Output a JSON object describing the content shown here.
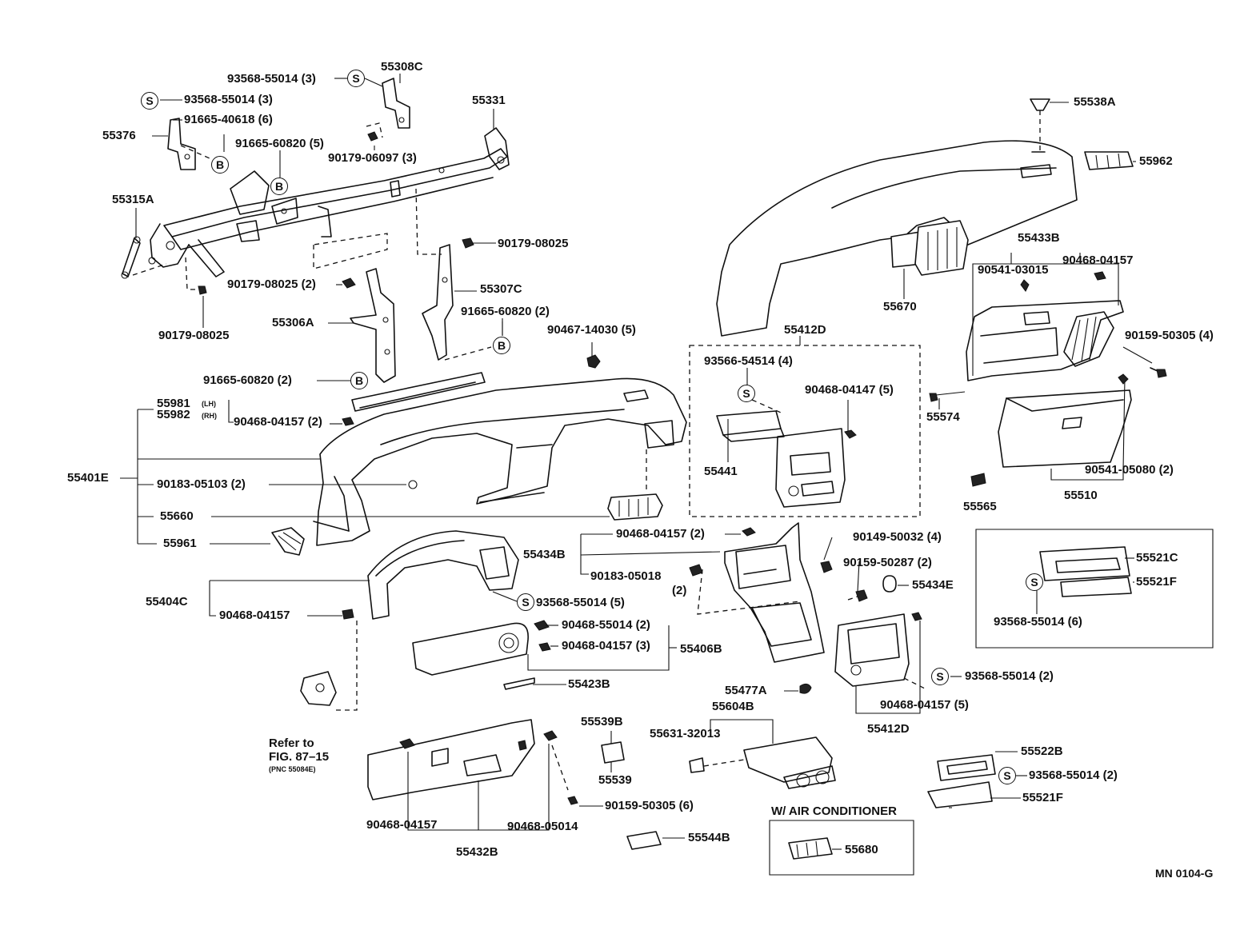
{
  "symbols": {
    "s": "S",
    "b": "B"
  },
  "parts": [
    {
      "id": "p1",
      "label": "93568-55014 (3)"
    },
    {
      "id": "p2",
      "label": "55308C"
    },
    {
      "id": "p3",
      "label": "93568-55014 (3)"
    },
    {
      "id": "p4",
      "label": "91665-40618 (6)"
    },
    {
      "id": "p5",
      "label": "55376"
    },
    {
      "id": "p6",
      "label": "91665-60820 (5)"
    },
    {
      "id": "p7",
      "label": "90179-06097 (3)"
    },
    {
      "id": "p8",
      "label": "55331"
    },
    {
      "id": "p9",
      "label": "55315A"
    },
    {
      "id": "p10",
      "label": "90179-08025"
    },
    {
      "id": "p11",
      "label": "90179-08025 (2)"
    },
    {
      "id": "p12",
      "label": "55307C"
    },
    {
      "id": "p13",
      "label": "91665-60820 (2)"
    },
    {
      "id": "p14",
      "label": "55306A"
    },
    {
      "id": "p15",
      "label": "90179-08025"
    },
    {
      "id": "p16",
      "label": "90467-14030 (5)"
    },
    {
      "id": "p17",
      "label": "91665-60820 (2)"
    },
    {
      "id": "p18",
      "label": "55981"
    },
    {
      "id": "p19",
      "label": "55982"
    },
    {
      "id": "p20",
      "label": "90468-04157 (2)"
    },
    {
      "id": "p21",
      "label": "55401E"
    },
    {
      "id": "p22",
      "label": "90183-05103 (2)"
    },
    {
      "id": "p23",
      "label": "55660"
    },
    {
      "id": "p24",
      "label": "55961"
    },
    {
      "id": "p25",
      "label": "55538A"
    },
    {
      "id": "p26",
      "label": "55962"
    },
    {
      "id": "p27",
      "label": "55433B"
    },
    {
      "id": "p28",
      "label": "90541-03015"
    },
    {
      "id": "p29",
      "label": "90468-04157"
    },
    {
      "id": "p30",
      "label": "55670"
    },
    {
      "id": "p31",
      "label": "55412D"
    },
    {
      "id": "p32",
      "label": "93566-54514 (4)"
    },
    {
      "id": "p33",
      "label": "90468-04147 (5)"
    },
    {
      "id": "p34",
      "label": "55441"
    },
    {
      "id": "p35",
      "label": "90159-50305 (4)"
    },
    {
      "id": "p36",
      "label": "55574"
    },
    {
      "id": "p37",
      "label": "90541-05080 (2)"
    },
    {
      "id": "p38",
      "label": "55510"
    },
    {
      "id": "p39",
      "label": "55565"
    },
    {
      "id": "p40",
      "label": "90468-04157 (2)"
    },
    {
      "id": "p41",
      "label": "55434B"
    },
    {
      "id": "p42",
      "label": "90183-05018"
    },
    {
      "id": "p43",
      "label": "(2)"
    },
    {
      "id": "p44",
      "label": "90149-50032 (4)"
    },
    {
      "id": "p45",
      "label": "90159-50287 (2)"
    },
    {
      "id": "p46",
      "label": "55434E"
    },
    {
      "id": "p47",
      "label": "55521C"
    },
    {
      "id": "p48",
      "label": "55521F"
    },
    {
      "id": "p49",
      "label": "93568-55014 (6)"
    },
    {
      "id": "p50",
      "label": "55404C"
    },
    {
      "id": "p51",
      "label": "90468-04157"
    },
    {
      "id": "p52",
      "label": "93568-55014 (5)"
    },
    {
      "id": "p53",
      "label": "90468-55014 (2)"
    },
    {
      "id": "p54",
      "label": "90468-04157 (3)"
    },
    {
      "id": "p55",
      "label": "55406B"
    },
    {
      "id": "p56",
      "label": "55423B"
    },
    {
      "id": "p57",
      "label": "55477A"
    },
    {
      "id": "p58",
      "label": "55604B"
    },
    {
      "id": "p59",
      "label": "93568-55014 (2)"
    },
    {
      "id": "p60",
      "label": "90468-04157 (5)"
    },
    {
      "id": "p61",
      "label": "55412D"
    },
    {
      "id": "p62",
      "label": "55631-32013"
    },
    {
      "id": "p63",
      "label": "55539B"
    },
    {
      "id": "p64",
      "label": "55539"
    },
    {
      "id": "p65",
      "label": "55522B"
    },
    {
      "id": "p66",
      "label": "93568-55014 (2)"
    },
    {
      "id": "p67",
      "label": "55521F"
    },
    {
      "id": "p68",
      "label": "90159-50305 (6)"
    },
    {
      "id": "p69",
      "label": "90468-04157"
    },
    {
      "id": "p70",
      "label": "90468-05014"
    },
    {
      "id": "p71",
      "label": "55432B"
    },
    {
      "id": "p72",
      "label": "55544B"
    },
    {
      "id": "p73",
      "label": "55680"
    }
  ],
  "side_marks": {
    "lh": "(LH)",
    "rh": "(RH)"
  },
  "refer": {
    "line1": "Refer to",
    "line2": "FIG. 87–15",
    "line3": "(PNC 55084E)"
  },
  "ac_box_title": "W/ AIR CONDITIONER",
  "figure_code": "MN 0104-G"
}
